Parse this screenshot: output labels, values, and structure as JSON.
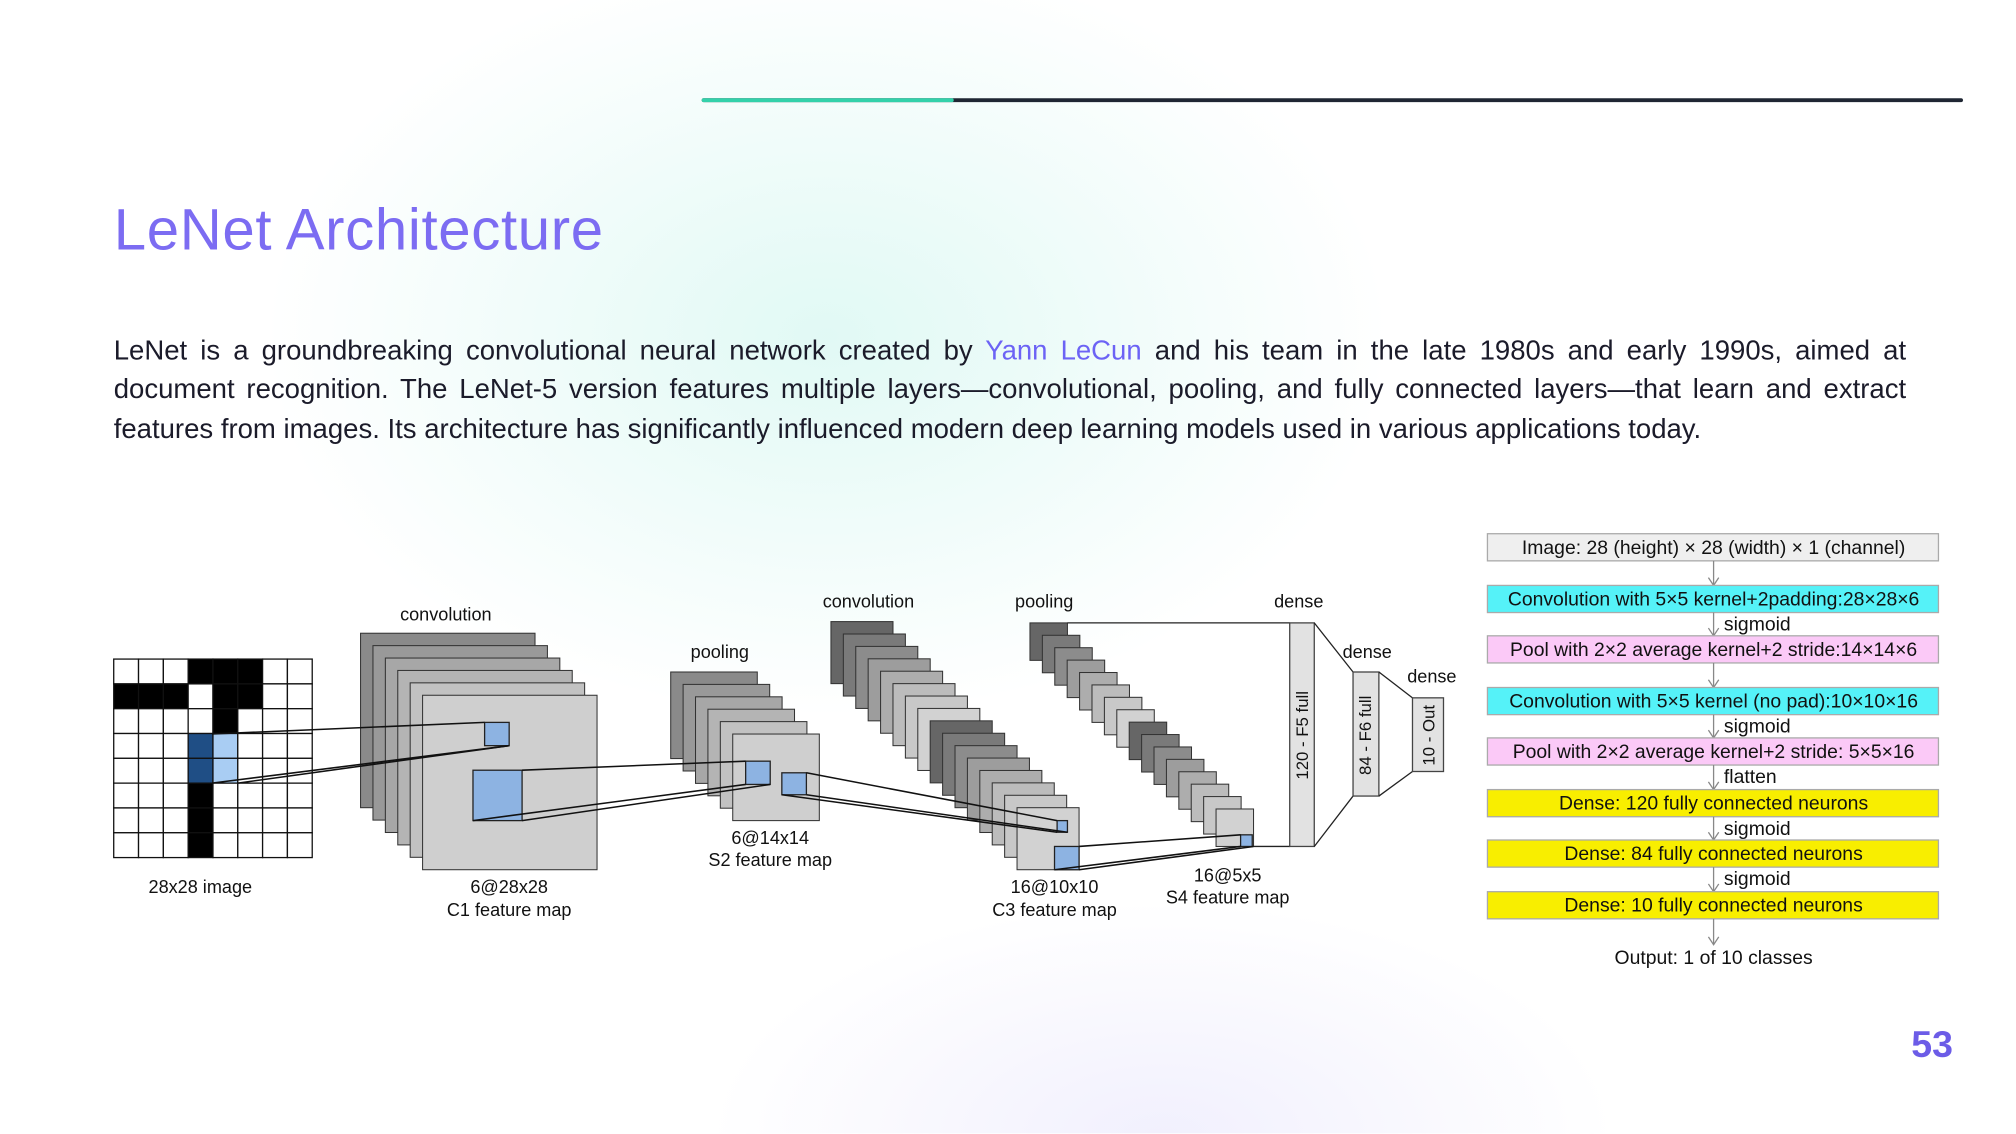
{
  "slide": {
    "title": "LeNet Architecture",
    "page_number": "53",
    "progress_fraction": 0.2,
    "colors": {
      "accent": "#7c6cf2",
      "progress": "#33d1aa",
      "link": "#6c63f5"
    }
  },
  "paragraph": {
    "before_link": "LeNet is a groundbreaking convolutional neural network created by ",
    "link": "Yann LeCun",
    "after_link": " and his team in the late 1980s and early 1990s, aimed at document recognition. The LeNet-5 version features multiple layers—convolutional, pooling, and fully connected layers—that learn and extract features from images. Its architecture has significantly influenced modern deep learning models used in various applications today."
  },
  "diagram": {
    "input_label": "28x28 image",
    "c1": {
      "op": "convolution",
      "size": "6@28x28",
      "name": "C1 feature map",
      "maps": 6
    },
    "s2": {
      "op": "pooling",
      "size": "6@14x14",
      "name": "S2 feature map",
      "maps": 6
    },
    "c3": {
      "op": "convolution",
      "size": "16@10x10",
      "name": "C3 feature map",
      "maps": 16
    },
    "s4": {
      "op": "pooling",
      "size": "16@5x5",
      "name": "S4 feature map",
      "maps": 16
    },
    "f5": {
      "op": "dense",
      "label": "120 - F5 full"
    },
    "f6": {
      "op": "dense",
      "label": "84 - F6 full"
    },
    "out": {
      "op": "dense",
      "label": "10 - Out"
    }
  },
  "flowchart": {
    "steps": [
      {
        "label": "Image: 28 (height) × 28 (width) × 1 (channel)",
        "color": "#efefef",
        "edge": ""
      },
      {
        "label": "Convolution with 5×5 kernel+2padding:28×28×6",
        "color": "#55f2f8",
        "edge": "sigmoid"
      },
      {
        "label": "Pool with 2×2 average kernel+2 stride:14×14×6",
        "color": "#fbc9f7",
        "edge": ""
      },
      {
        "label": "Convolution with 5×5 kernel (no pad):10×10×16",
        "color": "#55f2f8",
        "edge": "sigmoid"
      },
      {
        "label": "Pool with 2×2 average kernel+2 stride: 5×5×16",
        "color": "#fbc9f7",
        "edge": "flatten"
      },
      {
        "label": "Dense: 120 fully connected neurons",
        "color": "#f8ee00",
        "edge": "sigmoid"
      },
      {
        "label": "Dense: 84 fully connected neurons",
        "color": "#f8ee00",
        "edge": "sigmoid"
      },
      {
        "label": "Dense: 10 fully connected neurons",
        "color": "#f8ee00",
        "edge": ""
      }
    ],
    "output": "Output: 1 of 10 classes"
  }
}
